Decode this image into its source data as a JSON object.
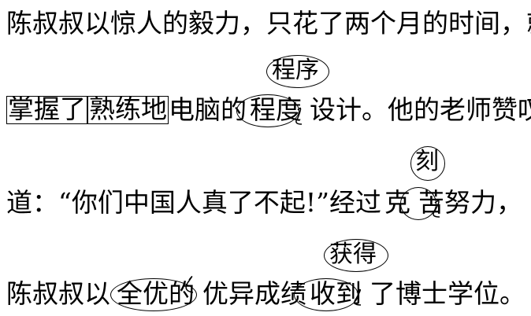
{
  "document": {
    "line1": "陈叔叔以惊人的毅力，只花了两个月的时间，就",
    "line2": {
      "box1": "掌握了",
      "box2": "熟练地",
      "t1": "电脑的",
      "oval": "程度",
      "t2": "设计。他的老师赞叹",
      "note": "程序"
    },
    "line3": {
      "t1": "道：“你们中国人真了不起!”经过",
      "oval": "克",
      "t2": "苦努力，",
      "note": "刻"
    },
    "line4": {
      "t1": "陈叔叔以",
      "oval1": "全优的",
      "t2": "优异成绩",
      "oval2": "收到",
      "t3": "了博士学位。",
      "note": "获得"
    }
  }
}
